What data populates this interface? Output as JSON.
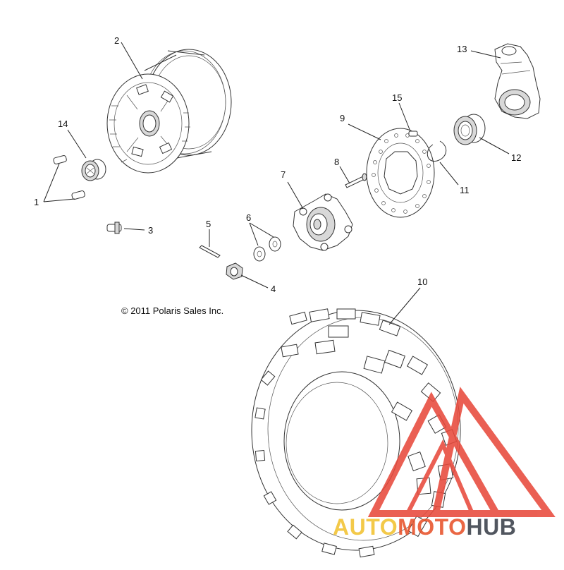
{
  "labels": {
    "p1": "1",
    "p2": "2",
    "p3": "3",
    "p4": "4",
    "p5": "5",
    "p6": "6",
    "p7": "7",
    "p8": "8",
    "p9": "9",
    "p10": "10",
    "p11": "11",
    "p12": "12",
    "p13": "13",
    "p14": "14",
    "p15": "15"
  },
  "copyright": "© 2011 Polaris Sales Inc.",
  "watermark": {
    "auto": "AUTO",
    "moto": "MOTO",
    "hub": "HUB",
    "color_auto": "#f2c230",
    "color_moto": "#e8532b",
    "color_hub": "#3a3f49",
    "triangle_color": "#e84a3c"
  }
}
